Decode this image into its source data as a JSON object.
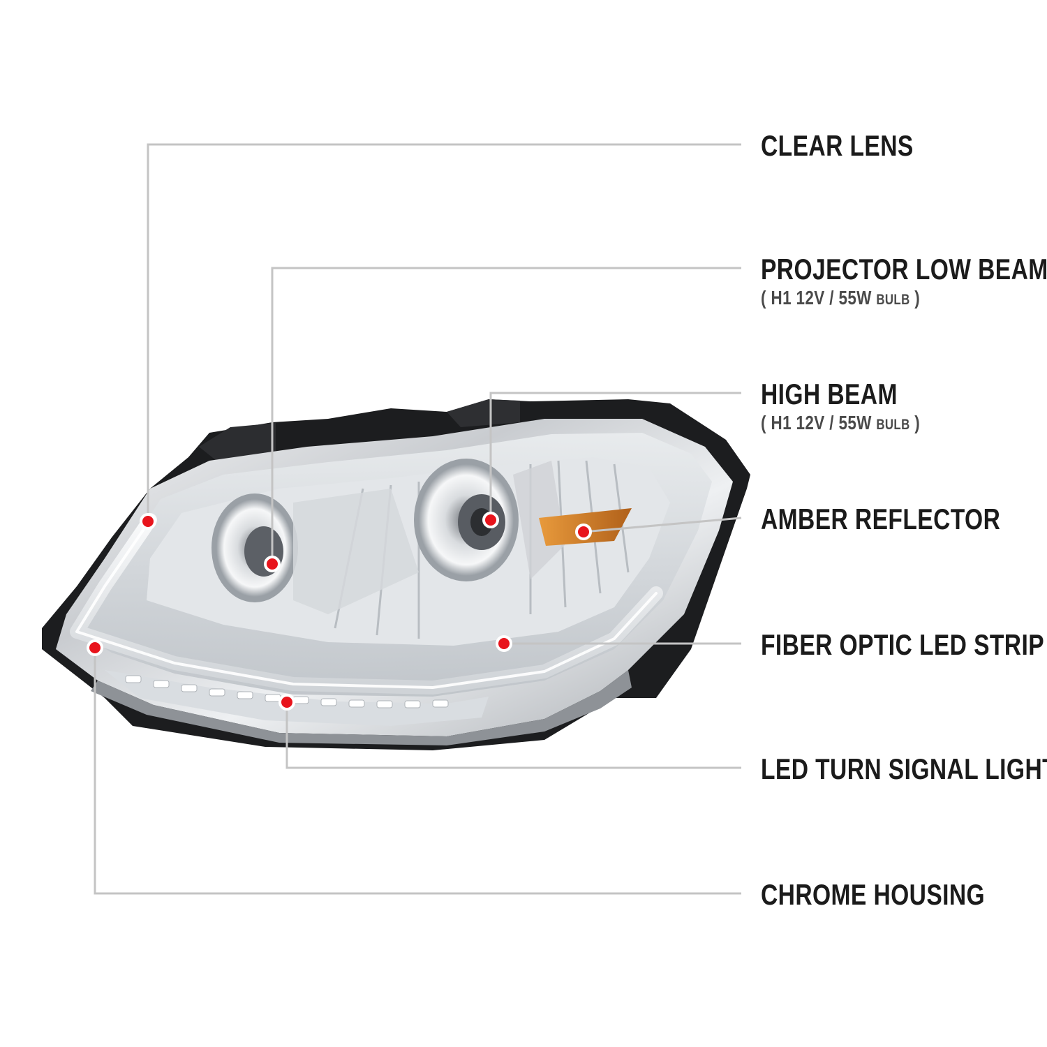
{
  "callouts": [
    {
      "id": "clear-lens",
      "title": "CLEAR LENS"
    },
    {
      "id": "projector-low-beam",
      "title": "PROJECTOR LOW BEAM",
      "sub_spec": "H1  12V / 55W",
      "sub_unit": "BULB"
    },
    {
      "id": "high-beam",
      "title": "HIGH BEAM",
      "sub_spec": "H1  12V / 55W",
      "sub_unit": "BULB"
    },
    {
      "id": "amber-reflector",
      "title": "AMBER REFLECTOR"
    },
    {
      "id": "fiber-optic-led-strip",
      "title": "FIBER OPTIC LED STRIP"
    },
    {
      "id": "led-turn-signal-light",
      "title": "LED TURN SIGNAL LIGHT"
    },
    {
      "id": "chrome-housing",
      "title": "CHROME HOUSING"
    }
  ],
  "colors": {
    "leader_line": "#c4c4c4",
    "marker_outer": "#ffffff",
    "marker_inner": "#e8141c",
    "text": "#1b1b1b",
    "amber": "#c8741c"
  }
}
